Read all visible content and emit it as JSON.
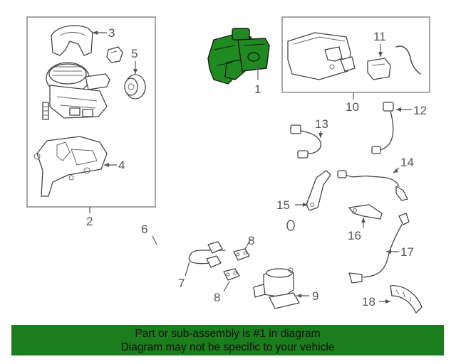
{
  "callouts": {
    "c1": "1",
    "c2": "2",
    "c3": "3",
    "c4": "4",
    "c5": "5",
    "c6": "6",
    "c7": "7",
    "c8a": "8",
    "c8b": "8",
    "c9": "9",
    "c10": "10",
    "c11": "11",
    "c12": "12",
    "c13": "13",
    "c14": "14",
    "c15": "15",
    "c16": "16",
    "c17": "17",
    "c18": "18"
  },
  "footer": {
    "line1": "Part or sub-assembly is #1 in diagram",
    "line2": "Diagram may not be specific to your vehicle"
  },
  "colors": {
    "highlight": "#1f8a1f",
    "banner": "#1c7d1c"
  }
}
